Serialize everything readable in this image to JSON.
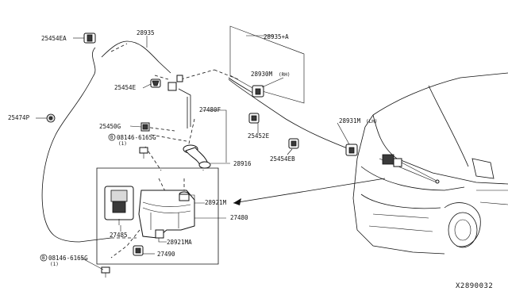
{
  "labels": {
    "p25454EA": "25454EA",
    "p28935": "28935",
    "p28935A": "28935+A",
    "p28930M": "28930M",
    "p28930M_rh": "(RH)",
    "p25454E": "25454E",
    "p25474P": "25474P",
    "p27480F": "27480F",
    "p25450G": "25450G",
    "p08146_1": "08146-6165G",
    "p08146_1_qty": "(1)",
    "p28931M": "28931M",
    "p28931M_lh": "(LH)",
    "p25452E": "25452E",
    "p28916": "28916",
    "p25454EB": "25454EB",
    "p28921M": "28921M",
    "p27480": "27480",
    "p27485": "27485",
    "p28921MA": "28921MA",
    "p27490": "27490",
    "p08146_2": "08146-6165G",
    "p08146_2_qty": "(1)",
    "bolt_prefix": "B",
    "ref_code": "X2890032"
  },
  "icons": {
    "bolt_callout": "circled-b-icon"
  }
}
